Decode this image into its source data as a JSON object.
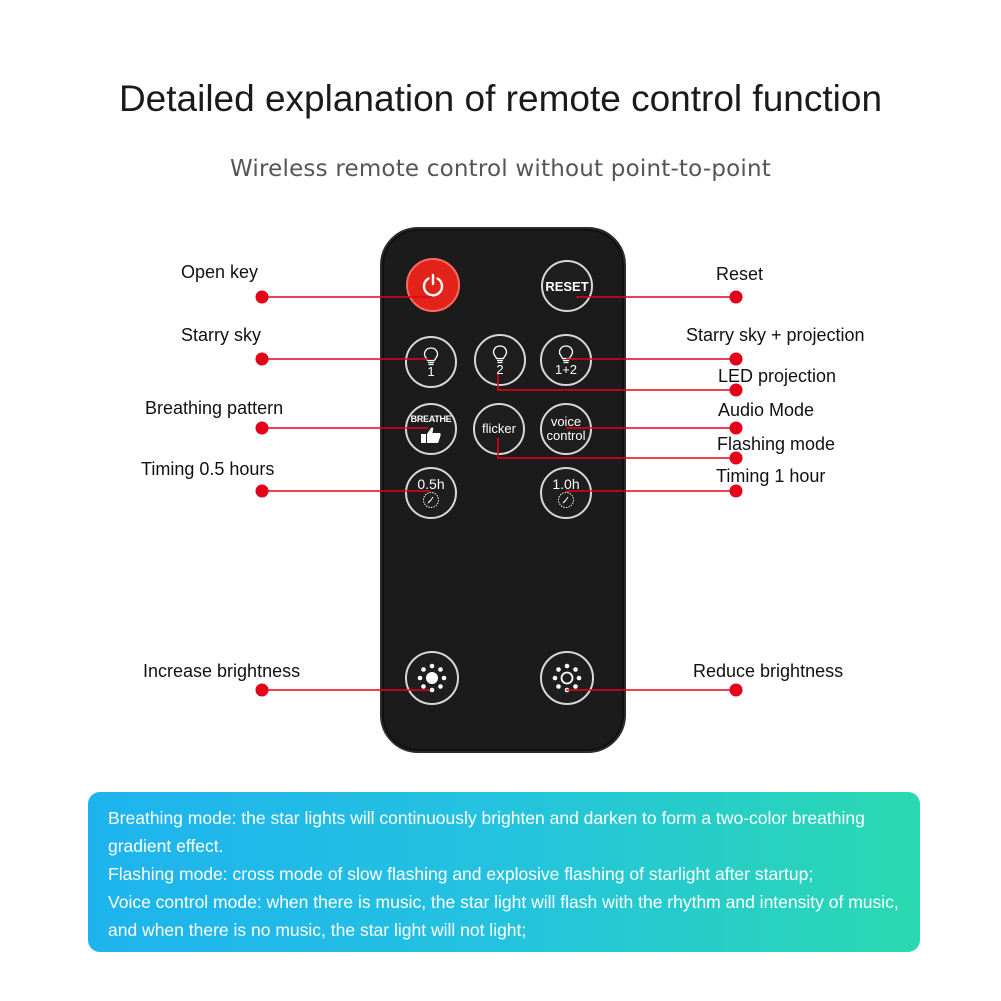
{
  "title": "Detailed explanation of remote control function",
  "subtitle": "Wireless remote control without point-to-point",
  "remote": {
    "reset_label": "RESET",
    "bulb1_label": "1",
    "bulb2_label": "2",
    "bulb12_label": "1+2",
    "breathe_label": "BREATHE",
    "flicker_label": "flicker",
    "voice_label_1": "voice",
    "voice_label_2": "control",
    "timer05_label": "0.5h",
    "timer10_label": "1.0h"
  },
  "callouts": {
    "open_key": "Open key",
    "reset": "Reset",
    "starry_sky": "Starry sky",
    "starry_sky_projection": "Starry sky + projection",
    "led_projection": "LED projection",
    "breathing_pattern": "Breathing pattern",
    "audio_mode": "Audio Mode",
    "flashing_mode": "Flashing mode",
    "timing_05": "Timing 0.5 hours",
    "timing_1": "Timing 1 hour",
    "increase_brightness": "Increase brightness",
    "reduce_brightness": "Reduce brightness"
  },
  "info": {
    "line1": "Breathing mode: the star lights will continuously brighten and darken to form a two-color breathing gradient effect.",
    "line2": "Flashing mode: cross mode of slow flashing and explosive flashing of starlight after startup;",
    "line3": "Voice control mode: when there is music, the star light will flash with the rhythm and intensity of music, and when there is no music, the star light will not light;"
  },
  "colors": {
    "callout_line": "#e5001a",
    "power_button": "#e2231a",
    "info_gradient_start": "#1eb3ef",
    "info_gradient_end": "#2ad9b0"
  }
}
